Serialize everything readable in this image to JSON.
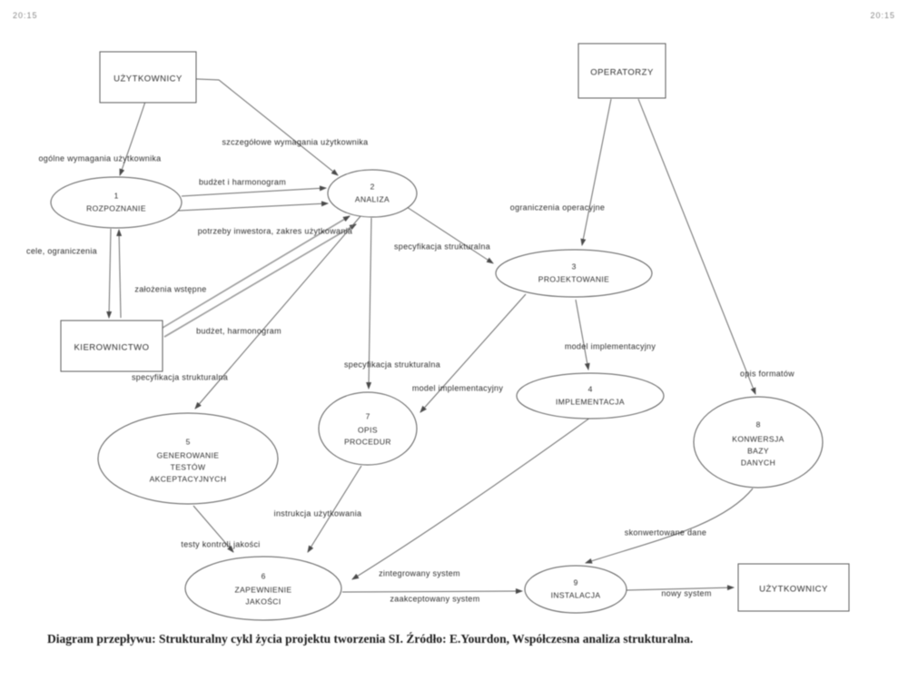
{
  "page": {
    "corner_left": "20:15",
    "corner_right": "20:15",
    "caption": "Diagram przepływu:  Strukturalny cykl życia projektu tworzenia SI.  Źródło: E.Yourdon, Współczesna analiza strukturalna."
  },
  "diagram": {
    "terminators": [
      {
        "id": "users-top",
        "label": "UŻYTKOWNICY"
      },
      {
        "id": "operators",
        "label": "OPERATORZY"
      },
      {
        "id": "management",
        "label": "KIEROWNICTWO"
      },
      {
        "id": "users-bottom",
        "label": "UŻYTKOWNICY"
      }
    ],
    "processes": [
      {
        "num": "1",
        "label": [
          "ROZPOZNANIE"
        ]
      },
      {
        "num": "2",
        "label": [
          "ANALIZA"
        ]
      },
      {
        "num": "3",
        "label": [
          "PROJEKTOWANIE"
        ]
      },
      {
        "num": "4",
        "label": [
          "IMPLEMENTACJA"
        ]
      },
      {
        "num": "5",
        "label": [
          "GENEROWANIE",
          "TESTÓW",
          "AKCEPTACYJNYCH"
        ]
      },
      {
        "num": "6",
        "label": [
          "ZAPEWNIENIE",
          "JAKOŚCI"
        ]
      },
      {
        "num": "7",
        "label": [
          "OPIS",
          "PROCEDUR"
        ]
      },
      {
        "num": "8",
        "label": [
          "KONWERSJA",
          "BAZY",
          "DANYCH"
        ]
      },
      {
        "num": "9",
        "label": [
          "INSTALACJA"
        ]
      }
    ],
    "flows": [
      {
        "label": "ogólne wymagania użytkownika"
      },
      {
        "label": "szczegółowe wymagania użytkownika"
      },
      {
        "label": "budżet i harmonogram"
      },
      {
        "label": "potrzeby inwestora, zakres użytkowania"
      },
      {
        "label": "cele, ograniczenia"
      },
      {
        "label": "założenia wstępne"
      },
      {
        "label": "budżet, harmonogram"
      },
      {
        "label": "specyfikacja strukturalna"
      },
      {
        "label": "ograniczenia operacyjne"
      },
      {
        "label": "specyfikacja strukturalna"
      },
      {
        "label": "specyfikacja strukturalna"
      },
      {
        "label": "model implementacyjny"
      },
      {
        "label": "model implementacyjny"
      },
      {
        "label": "opis formatów"
      },
      {
        "label": "instrukcja użytkowania"
      },
      {
        "label": "testy kontroli jakości"
      },
      {
        "label": "zintegrowany system"
      },
      {
        "label": "zaakceptowany system"
      },
      {
        "label": "skonwertowane dane"
      },
      {
        "label": "nowy system"
      }
    ]
  }
}
